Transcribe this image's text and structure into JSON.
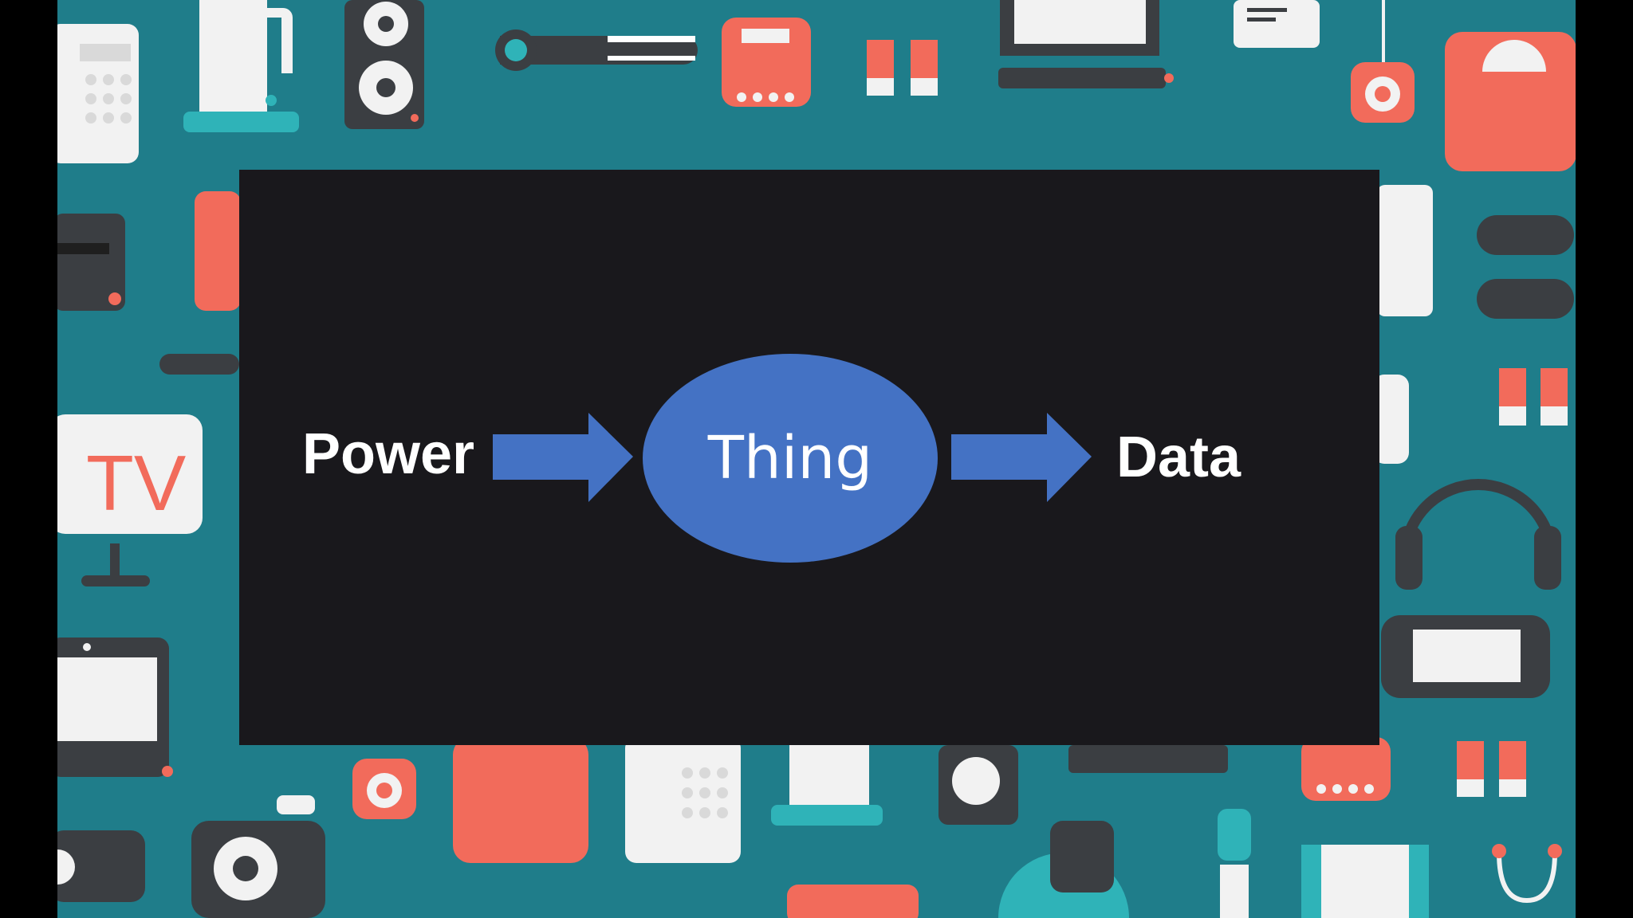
{
  "colors": {
    "frame": "#000000",
    "pattern_background": "#1f7d8a",
    "slide_background": "#19181c",
    "accent_blue": "#4472c4",
    "icon_coral": "#f26b5b",
    "icon_dark": "#3b3e42",
    "icon_white": "#f2f2f2",
    "icon_teal": "#2fb3b8"
  },
  "background_icons": [
    "phone-icon",
    "kettle-icon",
    "speaker-icon",
    "hair-straightener-icon",
    "scale-icon",
    "battery-icon",
    "laptop-icon",
    "printer-icon",
    "camera-icon",
    "tv-icon",
    "toaster-icon",
    "game-controller-icon",
    "headphones-icon",
    "handheld-console-icon",
    "blender-icon",
    "stethoscope-icon",
    "usb-drive-icon"
  ],
  "background_text": {
    "tv_label": "TV"
  },
  "diagram": {
    "input_label": "Power",
    "node_label": "Thing",
    "output_label": "Data",
    "flow": [
      "Power",
      "Thing",
      "Data"
    ]
  }
}
